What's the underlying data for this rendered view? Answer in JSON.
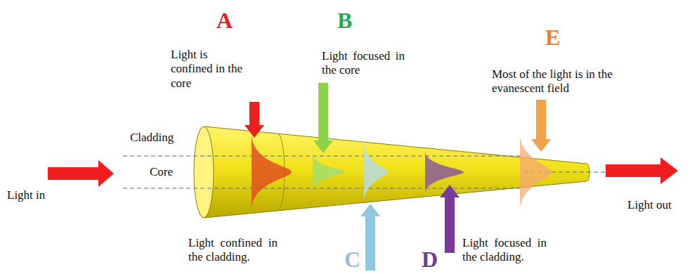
{
  "diagram": {
    "labels": [
      "A",
      "Light is confined in the core",
      "B",
      "Light focused in the core",
      "E",
      "Most of the light is in the evanescent field",
      "Cladding",
      "Core",
      "Light in",
      "Light out",
      "Light confined in the cladding.",
      "C",
      "D",
      "Light focused in the cladding."
    ]
  }
}
